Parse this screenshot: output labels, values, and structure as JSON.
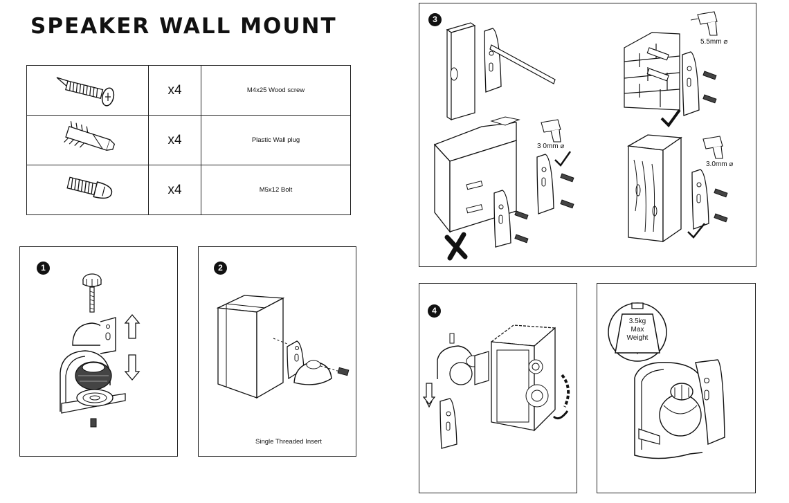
{
  "title": "SPEAKER WALL MOUNT",
  "parts": [
    {
      "icon": "wood-screw-icon",
      "qty": "x4",
      "desc": "M4x25 Wood screw"
    },
    {
      "icon": "wall-plug-icon",
      "qty": "x4",
      "desc": "Plastic Wall plug"
    },
    {
      "icon": "bolt-icon",
      "qty": "x4",
      "desc": "M5x12 Bolt"
    }
  ],
  "steps": {
    "s1": {
      "number": "1"
    },
    "s2": {
      "number": "2",
      "caption": "Single Threaded Insert"
    },
    "s3": {
      "number": "3",
      "drill_brick": "5.5mm ⌀",
      "drill_panel": "3 0mm ⌀",
      "drill_wood": "3.0mm ⌀"
    },
    "s4": {
      "number": "4"
    },
    "weight": {
      "line1": "3.5kg",
      "line2": "Max",
      "line3": "Weight"
    }
  }
}
